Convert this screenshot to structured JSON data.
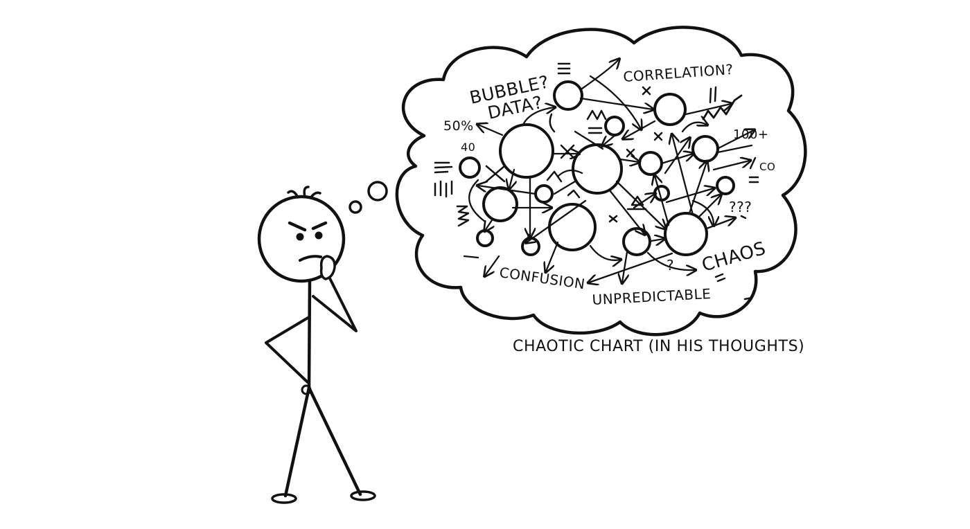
{
  "ink_color": "#111111",
  "background": "#ffffff",
  "figure": "thinking-stick-figure",
  "thought_bubble": {
    "labels": {
      "bubble": "BUBBLE?",
      "data": "DATA?",
      "correlation": "CORRELATION?",
      "percent": "50%",
      "forty": "40",
      "hundred_plus": "100+",
      "co": "CO",
      "question_marks": "???",
      "chaos": "CHAOS",
      "confusion": "CONFUSION",
      "unpredictable": "UNPREDICTABLE",
      "question": "?"
    }
  },
  "caption": "CHAOTIC CHART (IN HIS THOUGHTS)"
}
